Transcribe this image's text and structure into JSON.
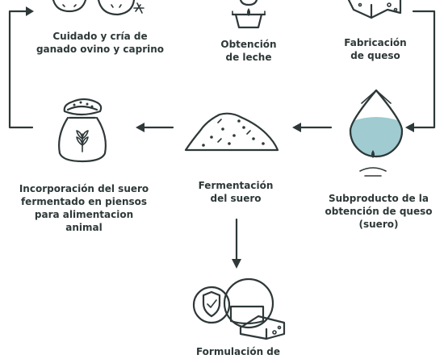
{
  "diagram": {
    "nodes": [
      {
        "id": "ganado",
        "label": "Cuidado y cría de\nganado ovino y caprino",
        "icon": "goat-and-sheep-icon"
      },
      {
        "id": "leche",
        "label": "Obtención\nde leche",
        "icon": "milk-bucket-icon"
      },
      {
        "id": "queso",
        "label": "Fabricación\nde queso",
        "icon": "cheese-icon"
      },
      {
        "id": "suero",
        "label": "Subproducto de  la\nobtención de queso\n(suero)",
        "icon": "whey-drop-icon"
      },
      {
        "id": "fermentacion",
        "label": "Fermentación\ndel suero",
        "icon": "fermented-pile-icon"
      },
      {
        "id": "piensos",
        "label": "Incorporación del suero\nfermentado en piensos\npara alimentacion\nanimal",
        "icon": "feed-sack-icon"
      },
      {
        "id": "formulacion",
        "label": "Formulación de",
        "icon": "cheese-shield-icon"
      }
    ],
    "edges": [
      {
        "from": "suero",
        "to": "fermentacion"
      },
      {
        "from": "fermentacion",
        "to": "piensos"
      },
      {
        "from": "fermentacion",
        "to": "formulacion"
      },
      {
        "from": "piensos",
        "to": "ganado"
      },
      {
        "from": "queso",
        "to": "suero"
      }
    ],
    "colors": {
      "ink": "#2e3838",
      "accent": "#7fb9c2",
      "background": "#ffffff"
    }
  }
}
